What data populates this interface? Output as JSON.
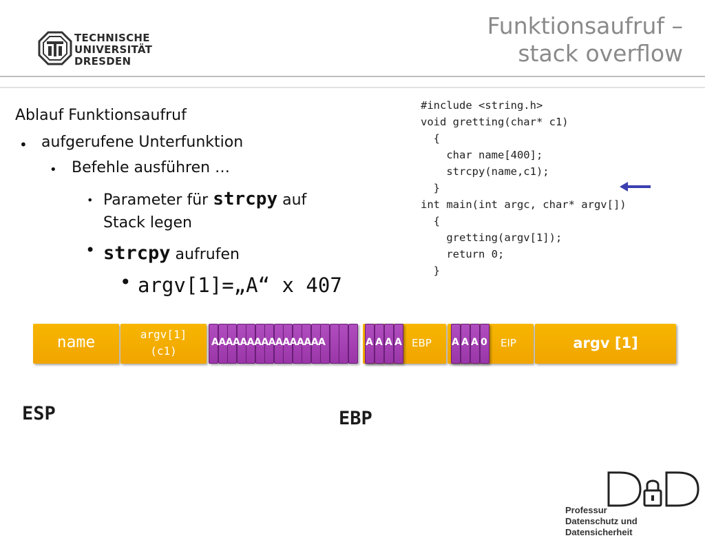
{
  "header": {
    "title_line1": "Funktionsaufruf –",
    "title_line2": "stack overflow",
    "university_line1": "TECHNISCHE",
    "university_line2": "UNIVERSITÄT",
    "university_line3": "DRESDEN"
  },
  "content": {
    "heading": "Ablauf Funktionsaufruf",
    "bullet1": "aufgerufene Unterfunktion",
    "bullet2": "Befehle ausführen …",
    "bullet3_pre": "Parameter für ",
    "bullet3_code": "strcpy",
    "bullet3_post": " auf",
    "bullet3_line2": "Stack legen",
    "bullet4_code": "strcpy",
    "bullet4_post": " aufrufen",
    "bullet5": "argv[1]=„A“ x 407",
    "bullet_symbol": "•"
  },
  "code": {
    "lines": [
      "#include <string.h>",
      "",
      "void gretting(char* c1)",
      "  {",
      "    char name[400];",
      "    strcpy(name,c1);",
      "  }",
      "",
      "int main(int argc, char* argv[])",
      "  {",
      "    gretting(argv[1]);",
      "    return 0;",
      "  }"
    ]
  },
  "stack": {
    "name_label": "name",
    "argv_line1": "argv[1]",
    "argv_line2": "(c1)",
    "fill_label": "AAAAAAAAAAAAAAAA",
    "ebp_a_labels": [
      "A",
      "A",
      "A",
      "A"
    ],
    "ebp_label": "EBP",
    "eip_a_labels": [
      "A",
      "A",
      "A",
      "0"
    ],
    "eip_label": "EIP",
    "argv_box_label": "argv [1]",
    "esp_marker": "ESP",
    "ebp_marker": "EBP"
  },
  "footer": {
    "dud_line1": "Professur",
    "dud_line2": "Datenschutz und Datensicherheit"
  },
  "colors": {
    "orange": "#f4ae00",
    "purple": "#a33fb2",
    "arrow": "#3b3fb0",
    "title_gray": "#8a8a8a"
  }
}
